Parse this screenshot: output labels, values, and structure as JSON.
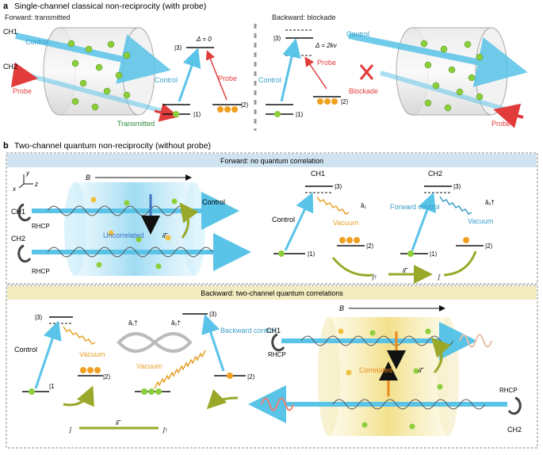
{
  "panel_a": {
    "letter": "a",
    "title": "Single-channel classical non-reciprocity (with probe)",
    "forward_label": "Forward: transmitted",
    "backward_label": "Backward: blockade",
    "ch1": "CH1",
    "ch2": "CH2",
    "control": "Control",
    "probe": "Probe",
    "transmitted": "Transmitted",
    "blockade": "Blockade",
    "level3": "|3⟩",
    "level2": "|2⟩",
    "level1": "|1⟩",
    "delta_forward": "Δ = 0",
    "delta_backward": "Δ = 2kv"
  },
  "panel_b": {
    "letter": "b",
    "title": "Two-channel quantum non-reciprocity (without probe)",
    "forward_header": "Forward: no quantum correlation",
    "backward_header": "Backward: two-channel quantum correlations",
    "B": "B",
    "axis_x": "x",
    "axis_y": "y",
    "axis_z": "z",
    "ch1": "CH1",
    "ch2": "CH2",
    "rhcp": "RHCP",
    "control": "Control",
    "forward_control": "Forward control",
    "backward_control": "Backward control",
    "uncorrelated": "Uncorrelated",
    "correlated": "Correlated",
    "i_gamma": "iΓ",
    "vacuum": "Vacuum",
    "a1": "â₁",
    "a2dag": "â₂†",
    "a1dag": "â₁†",
    "j": "ĵ",
    "j_up": "ĵ↑",
    "level3": "|3⟩",
    "level2": "|2⟩",
    "level1": "|1⟩",
    "level1_open": "|1"
  },
  "colors": {
    "control_beam": "#59c3e8",
    "probe": "#e23b3b",
    "vacuum": "#e8a028",
    "transmitted": "#2e8b3a",
    "forward_bg": "#cfe4f0",
    "backward_bg": "#f3ecc0",
    "atom_green": "#8ccf3a",
    "atom_orange": "#f0a020"
  }
}
